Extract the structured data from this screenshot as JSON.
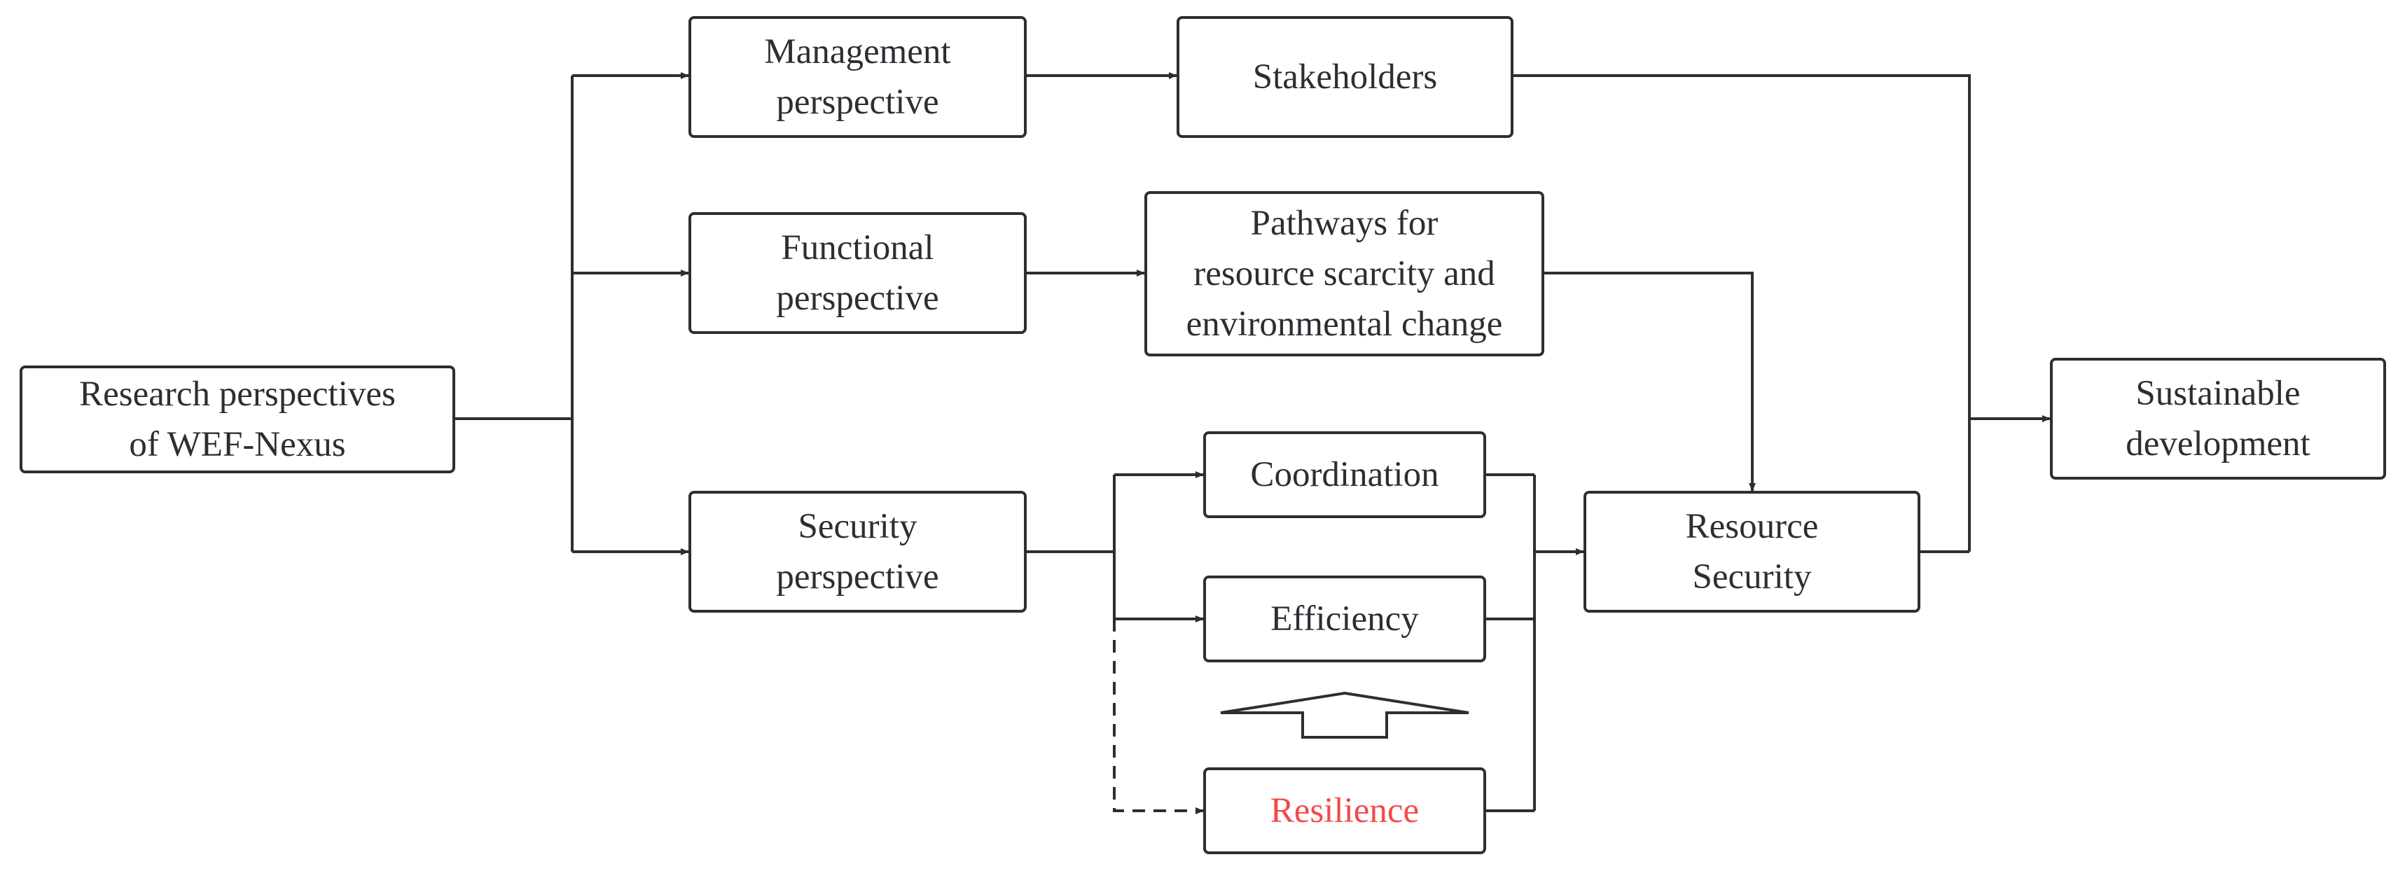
{
  "colors": {
    "line": "#2b2f33",
    "highlight": "#f24a4a",
    "background": "#ffffff"
  },
  "nodes": {
    "root": "Research perspectives\nof WEF-Nexus",
    "management": "Management\nperspective",
    "functional": "Functional\nperspective",
    "security": "Security\nperspective",
    "stakeholders": "Stakeholders",
    "pathways": "Pathways for\nresource scarcity and\nenvironmental change",
    "coordination": "Coordination",
    "efficiency": "Efficiency",
    "resilience": "Resilience",
    "resource_security": "Resource\nSecurity",
    "sustainable": "Sustainable\ndevelopment"
  }
}
